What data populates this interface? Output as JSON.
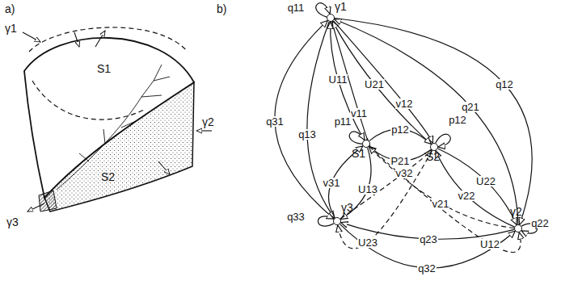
{
  "diagram": {
    "nodes": [
      {
        "text": [
          "γ1"
        ]
      },
      {
        "text": [
          "S1"
        ]
      },
      {
        "text": [
          "S2"
        ]
      },
      {
        "text": [
          "γ3"
        ]
      },
      {
        "text": [
          "γ2"
        ]
      }
    ],
    "edges": [
      {
        "from": 0,
        "to": 0,
        "label": "q11",
        "arrow": "to"
      },
      {
        "from": 0,
        "to": 4,
        "label": "q12",
        "arrow": "to"
      },
      {
        "from": 4,
        "to": 0,
        "label": "q21",
        "arrow": "to"
      },
      {
        "from": 3,
        "to": 0,
        "label": "q31",
        "arrow": "to"
      },
      {
        "from": 0,
        "to": 3,
        "label": "q13",
        "arrow": "to"
      },
      {
        "from": 1,
        "to": 0,
        "label": "U11",
        "arrow": "to"
      },
      {
        "from": 0,
        "to": 1,
        "label": "v11",
        "arrow": "to"
      },
      {
        "from": 2,
        "to": 0,
        "label": "U21",
        "arrow": "to"
      },
      {
        "from": 0,
        "to": 2,
        "label": "v12",
        "arrow": "to"
      },
      {
        "from": 1,
        "to": 1,
        "label": "p11",
        "arrow": "to"
      },
      {
        "from": 1,
        "to": 2,
        "label": "p12",
        "arrow": "to"
      },
      {
        "from": 2,
        "to": 1,
        "label": "P21",
        "arrow": "to"
      },
      {
        "from": 2,
        "to": 2,
        "label": "p12",
        "arrow": "to"
      },
      {
        "from": 2,
        "to": 4,
        "label": "U22",
        "arrow": "to"
      },
      {
        "from": 4,
        "to": 2,
        "label": "v22",
        "arrow": "to"
      },
      {
        "from": 3,
        "to": 1,
        "label": "v31",
        "arrow": "to"
      },
      {
        "from": 1,
        "to": 3,
        "label": "U13",
        "arrow": "to"
      },
      {
        "from": 3,
        "to": 2,
        "label": "v32",
        "arrow": "to"
      },
      {
        "from": 4,
        "to": 1,
        "label": "v21",
        "arrow": "to"
      },
      {
        "from": 2,
        "to": 3,
        "label": "U23",
        "arrow": "to"
      },
      {
        "from": 1,
        "to": 4,
        "label": "U12",
        "arrow": "to"
      },
      {
        "from": 4,
        "to": 3,
        "label": "q23",
        "arrow": "to"
      },
      {
        "from": 3,
        "to": 4,
        "label": "q32",
        "arrow": "to"
      },
      {
        "from": 4,
        "to": 4,
        "label": "q22",
        "arrow": "to"
      },
      {
        "from": 3,
        "to": 3,
        "label": "q33",
        "arrow": "to"
      }
    ],
    "labels": [
      "a)",
      "b)",
      "S1",
      "S2",
      "γ1",
      "γ2",
      "γ3"
    ]
  }
}
